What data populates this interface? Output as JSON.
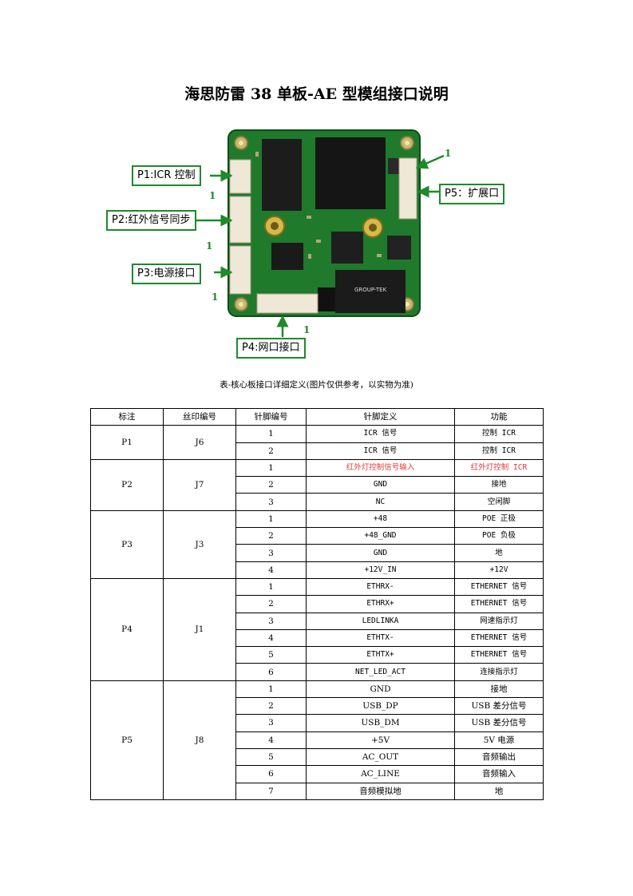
{
  "title": "海思防雷 38 单板-AE 型模组接口说明",
  "figure": {
    "callouts": {
      "p1": "P1:ICR 控制",
      "p2": "P2:红外信号同步",
      "p3": "P3:电源接口",
      "p4": "P4:网口接口",
      "p5": "P5：扩展口"
    },
    "pin1_marker": "1",
    "chip_marking": "GROUP-TEK",
    "colors": {
      "pcb": "#1f7a2c",
      "callout_border": "#1e8a2a",
      "connector": "#efe8d6"
    }
  },
  "caption": "表-核心板接口详细定义(图片仅供参考，以实物为准)",
  "table": {
    "headers": [
      "标注",
      "丝印编号",
      "针脚编号",
      "针脚定义",
      "功能"
    ],
    "groups": [
      {
        "label": "P1",
        "silk": "J6",
        "rows": [
          {
            "pin": "1",
            "def": "ICR 信号",
            "func": "控制 ICR"
          },
          {
            "pin": "2",
            "def": "ICR 信号",
            "func": "控制 ICR"
          }
        ]
      },
      {
        "label": "P2",
        "silk": "J7",
        "rows": [
          {
            "pin": "1",
            "def": "红外灯控制信号输入",
            "func": "红外灯控制 ICR"
          },
          {
            "pin": "2",
            "def": "GND",
            "func": "接地"
          },
          {
            "pin": "3",
            "def": "NC",
            "func": "空闲脚"
          }
        ]
      },
      {
        "label": "P3",
        "silk": "J3",
        "rows": [
          {
            "pin": "1",
            "def": "+48",
            "func": "POE 正极"
          },
          {
            "pin": "2",
            "def": "+48_GND",
            "func": "POE 负极"
          },
          {
            "pin": "3",
            "def": "GND",
            "func": "地"
          },
          {
            "pin": "4",
            "def": "+12V_IN",
            "func": "+12V"
          }
        ]
      },
      {
        "label": "P4",
        "silk": "J1",
        "rows": [
          {
            "pin": "1",
            "def": "ETHRX-",
            "func": "ETHERNET 信号"
          },
          {
            "pin": "2",
            "def": "ETHRX+",
            "func": "ETHERNET 信号"
          },
          {
            "pin": "3",
            "def": "LEDLINKA",
            "func": "网速指示灯"
          },
          {
            "pin": "4",
            "def": "ETHTX-",
            "func": "ETHERNET 信号"
          },
          {
            "pin": "5",
            "def": "ETHTX+",
            "func": "ETHERNET 信号"
          },
          {
            "pin": "6",
            "def": "NET_LED_ACT",
            "func": "连接指示灯"
          }
        ]
      },
      {
        "label": "P5",
        "silk": "J8",
        "rows": [
          {
            "pin": "1",
            "def": "GND",
            "func": "接地"
          },
          {
            "pin": "2",
            "def": "USB_DP",
            "func": "USB 差分信号"
          },
          {
            "pin": "3",
            "def": "USB_DM",
            "func": "USB 差分信号"
          },
          {
            "pin": "4",
            "def": "+5V",
            "func": "5V 电源"
          },
          {
            "pin": "5",
            "def": "AC_OUT",
            "func": "音频输出"
          },
          {
            "pin": "6",
            "def": "AC_LINE",
            "func": "音频输入"
          },
          {
            "pin": "7",
            "def": "音频模拟地",
            "func": "地"
          }
        ]
      }
    ]
  }
}
